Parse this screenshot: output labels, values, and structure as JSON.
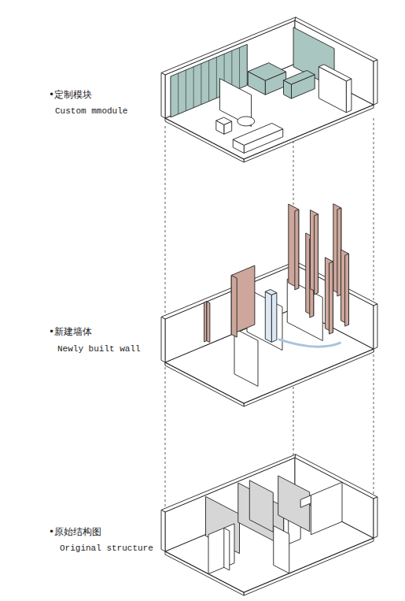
{
  "diagram": {
    "labels": [
      "•定制模块",
      "Custom mmodule",
      "•新建墙体",
      "Newly built wall",
      "•原始结构图",
      "Original structure"
    ]
  }
}
